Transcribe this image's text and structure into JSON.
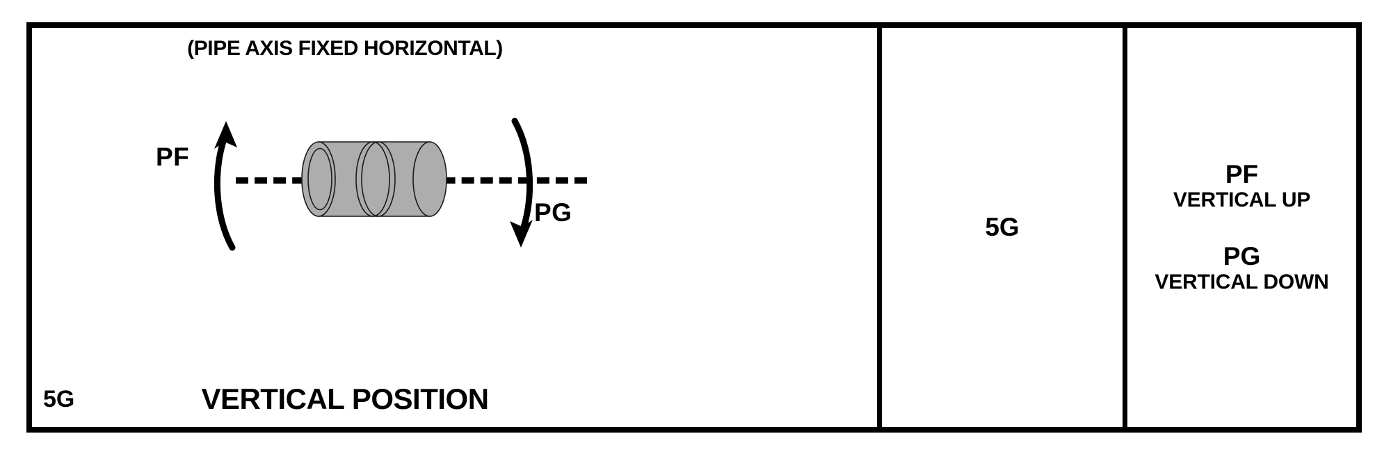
{
  "diagram": {
    "type": "welding-position-chart",
    "colors": {
      "frame": "#000000",
      "pipe_fill": "#ADADAD",
      "pipe_outline": "#1A1A1A",
      "background": "#FFFFFF"
    }
  },
  "main_cell": {
    "title": "(PIPE AXIS FIXED HORIZONTAL)",
    "position_code": "5G",
    "position_name": "VERTICAL POSITION",
    "arrows": [
      {
        "label": "PF",
        "direction": "up",
        "icon": "curved-arrow-up-icon"
      },
      {
        "label": "PG",
        "direction": "down",
        "icon": "curved-arrow-down-icon"
      }
    ],
    "pipe": {
      "icon": "pipe-cylinder-icon",
      "axis": "horizontal",
      "centerline": "dashed"
    }
  },
  "code_cell": {
    "code": "5G"
  },
  "description_cell": {
    "entries": [
      {
        "code": "PF",
        "description": "VERTICAL UP"
      },
      {
        "code": "PG",
        "description": "VERTICAL DOWN"
      }
    ]
  }
}
